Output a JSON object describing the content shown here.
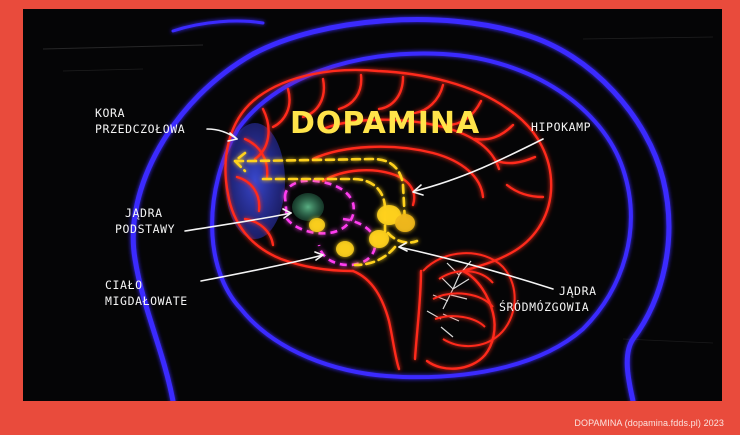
{
  "illustration": {
    "title": "DOPAMINA",
    "labels": {
      "kora_line1": "KORA",
      "kora_line2": "PRZEDCZOŁOWA",
      "hipokamp": "HIPOKAMP",
      "jadra_podstawy_line1": "JĄDRA",
      "jadra_podstawy_line2": "PODSTAWY",
      "cialo_line1": "CIAŁO",
      "cialo_line2": "MIGDAŁOWATE",
      "srodmozgowia_line1": "JĄDRA",
      "srodmozgowia_line2": "ŚRÓDMÓZGOWIA"
    },
    "colors": {
      "outline": "#3a2bff",
      "brain": "#ff2a1a",
      "pathway": "#ffd21e",
      "basal": "#ff3cf0"
    }
  },
  "footer": {
    "caption": "DOPAMINA (dopamina.fdds.pl)  2023"
  },
  "colors": {
    "frame": "#e94b3c",
    "photo_bg": "#050506"
  }
}
